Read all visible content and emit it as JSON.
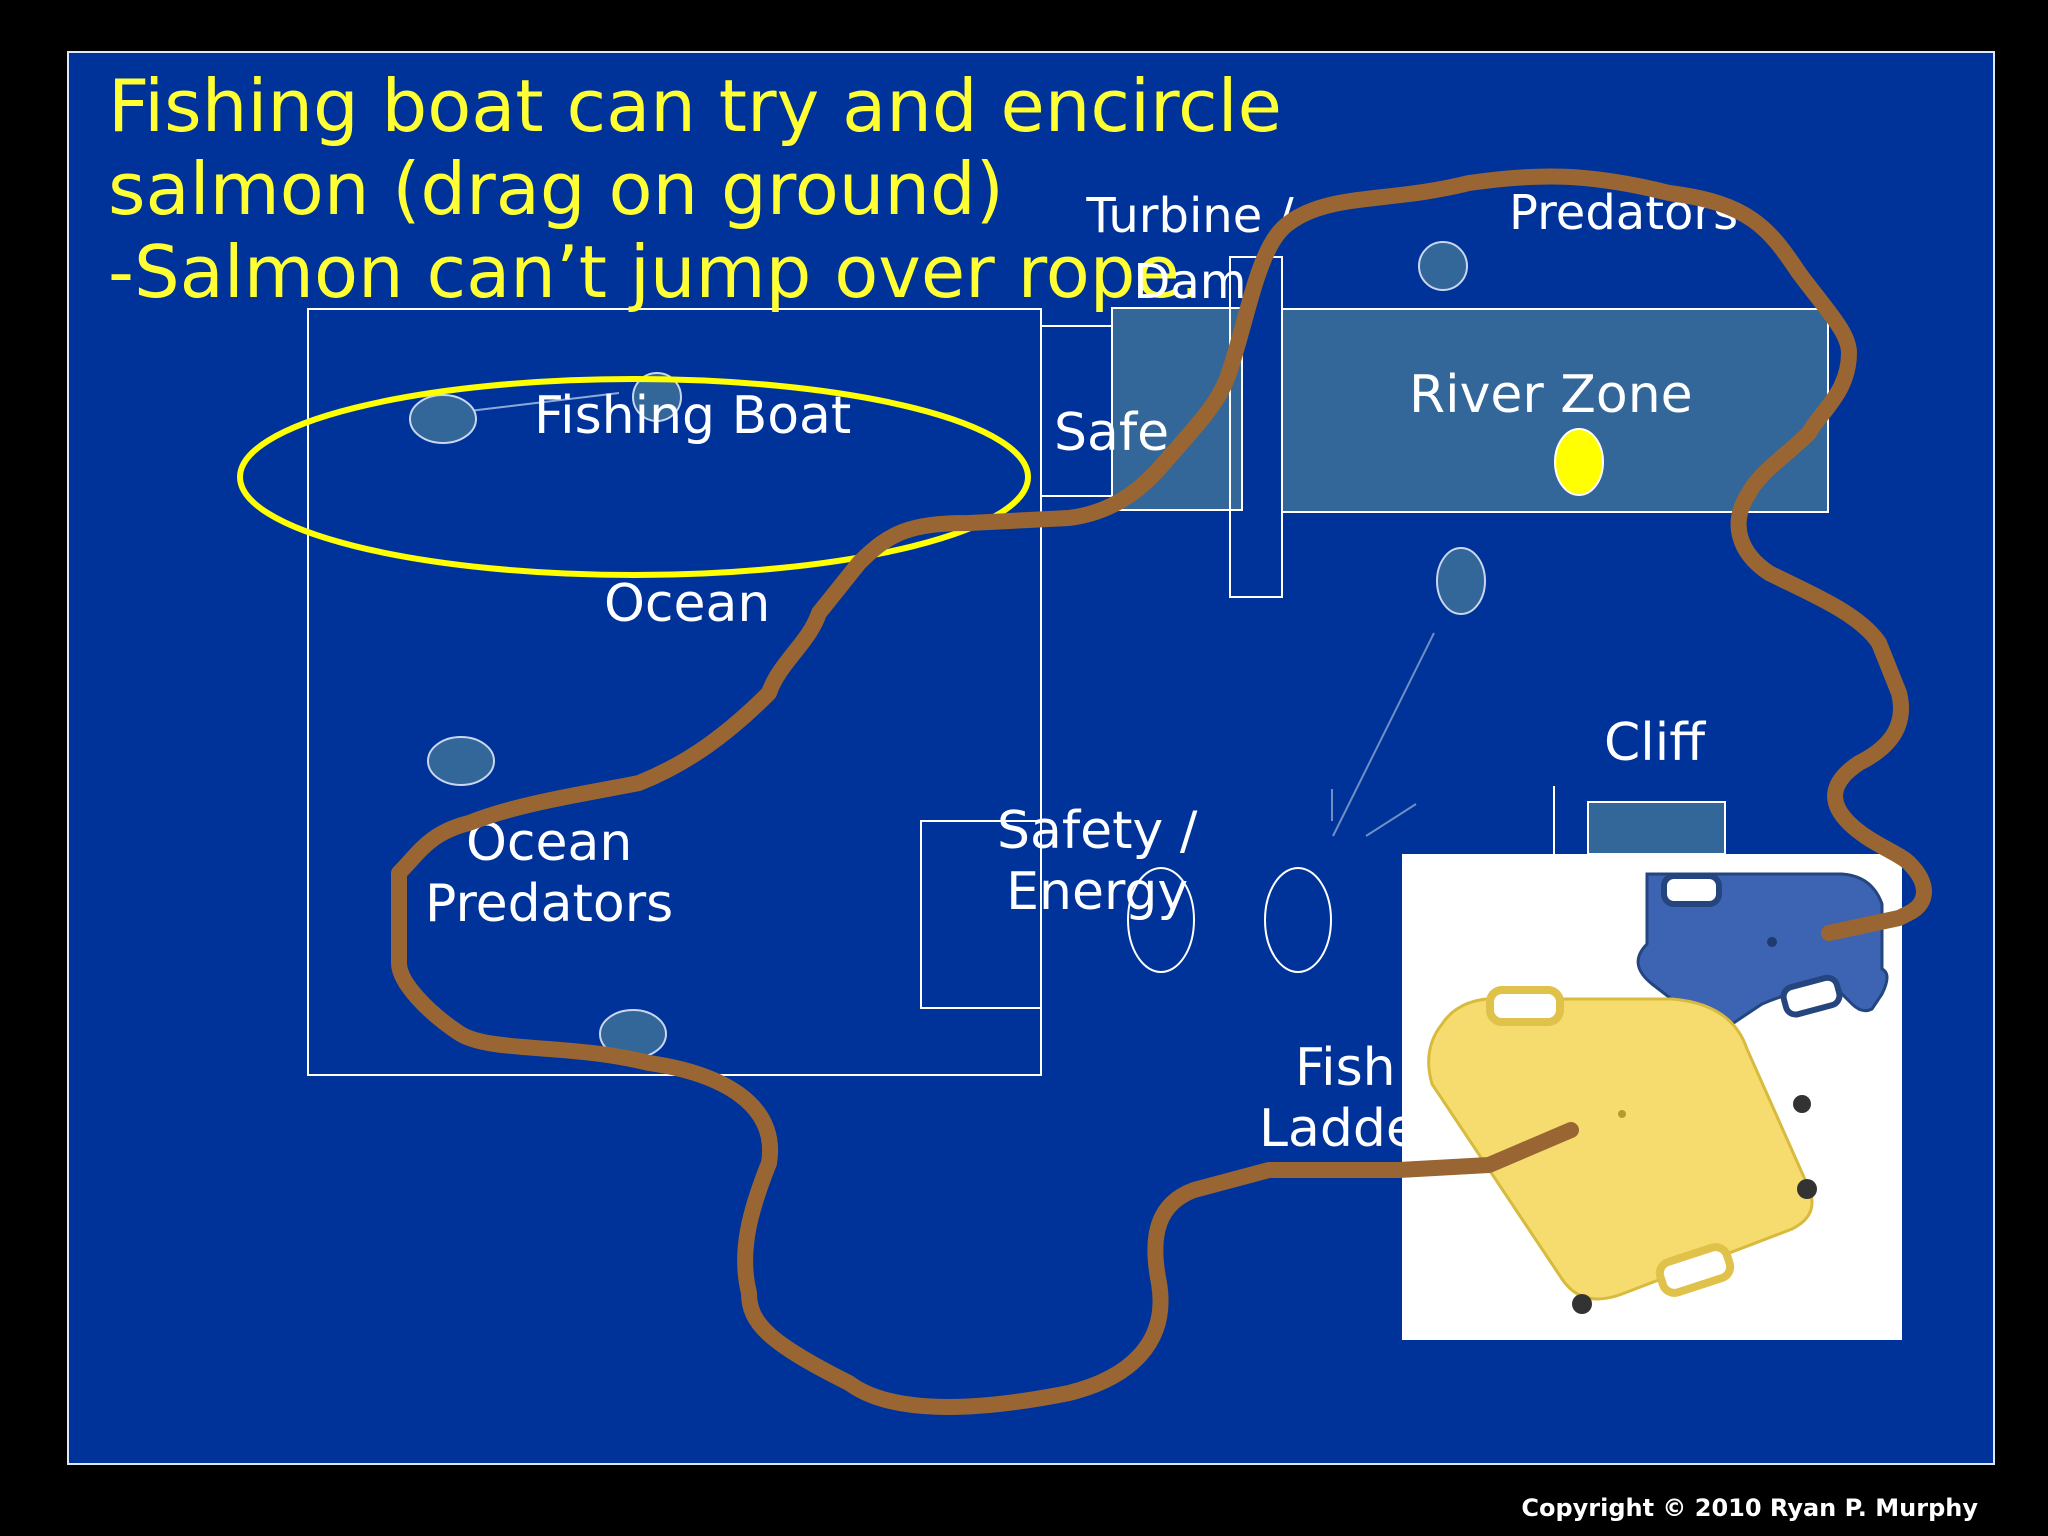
{
  "headline": {
    "line1": "Fishing boat can try and encircle",
    "line2": "salmon (drag on ground)",
    "line3": "-Salmon can’t jump over rope."
  },
  "zones": {
    "turbine_dam": "Turbine / Dam",
    "predators": "Predators",
    "river_zone": "River Zone",
    "fishing_boat": "Fishing Boat",
    "safe": "Safe",
    "ocean": "Ocean",
    "ocean_predators_line1": "Ocean",
    "ocean_predators_line2": "Predators",
    "safety_energy_line1": "Safety /",
    "safety_energy_line2": "Energy",
    "cliff": "Cliff",
    "fish_ladder_line1": "Fish",
    "fish_ladder_line2": "Ladder"
  },
  "photo": {
    "subject": "scooter-boards"
  },
  "colors": {
    "slide_background": "#003399",
    "zone_fill": "#336699",
    "headline": "#ffff33",
    "boat_ring": "#ffff00",
    "rope": "#996633",
    "salmon_marker": "#ffff00"
  },
  "copyright": "Copyright © 2010 Ryan P. Murphy"
}
